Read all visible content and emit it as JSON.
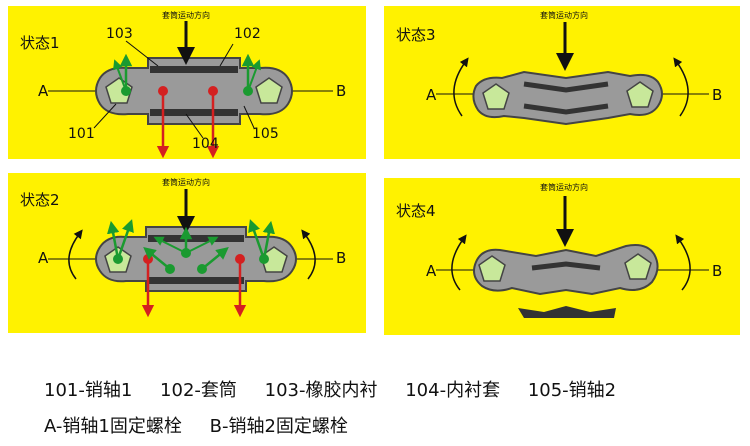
{
  "colors": {
    "panel": "#fff200",
    "link": "#9a9a9a",
    "link_stroke": "#444444",
    "pin": "#c8e89a",
    "rubber": "#333333",
    "red_arrow": "#d42020",
    "green_arrow": "#1a9a30"
  },
  "direction_label": "套筒运动方向",
  "labels": {
    "a": "A",
    "b": "B"
  },
  "panels": [
    {
      "state": "状态1",
      "direction": "套筒运动方向"
    },
    {
      "state": "状态3",
      "direction": "套筒运动方向"
    },
    {
      "state": "状态2",
      "direction": "套筒运动方向"
    },
    {
      "state": "状态4",
      "direction": "套筒运动方向"
    }
  ],
  "callouts": {
    "n101": "101",
    "n102": "102",
    "n103": "103",
    "n104": "104",
    "n105": "105"
  },
  "legend": {
    "row1": [
      "101-销轴1",
      "102-套筒",
      "103-橡胶内衬",
      "104-内衬套",
      "105-销轴2"
    ],
    "row2": [
      "A-销轴1固定螺栓",
      "B-销轴2固定螺栓"
    ]
  }
}
